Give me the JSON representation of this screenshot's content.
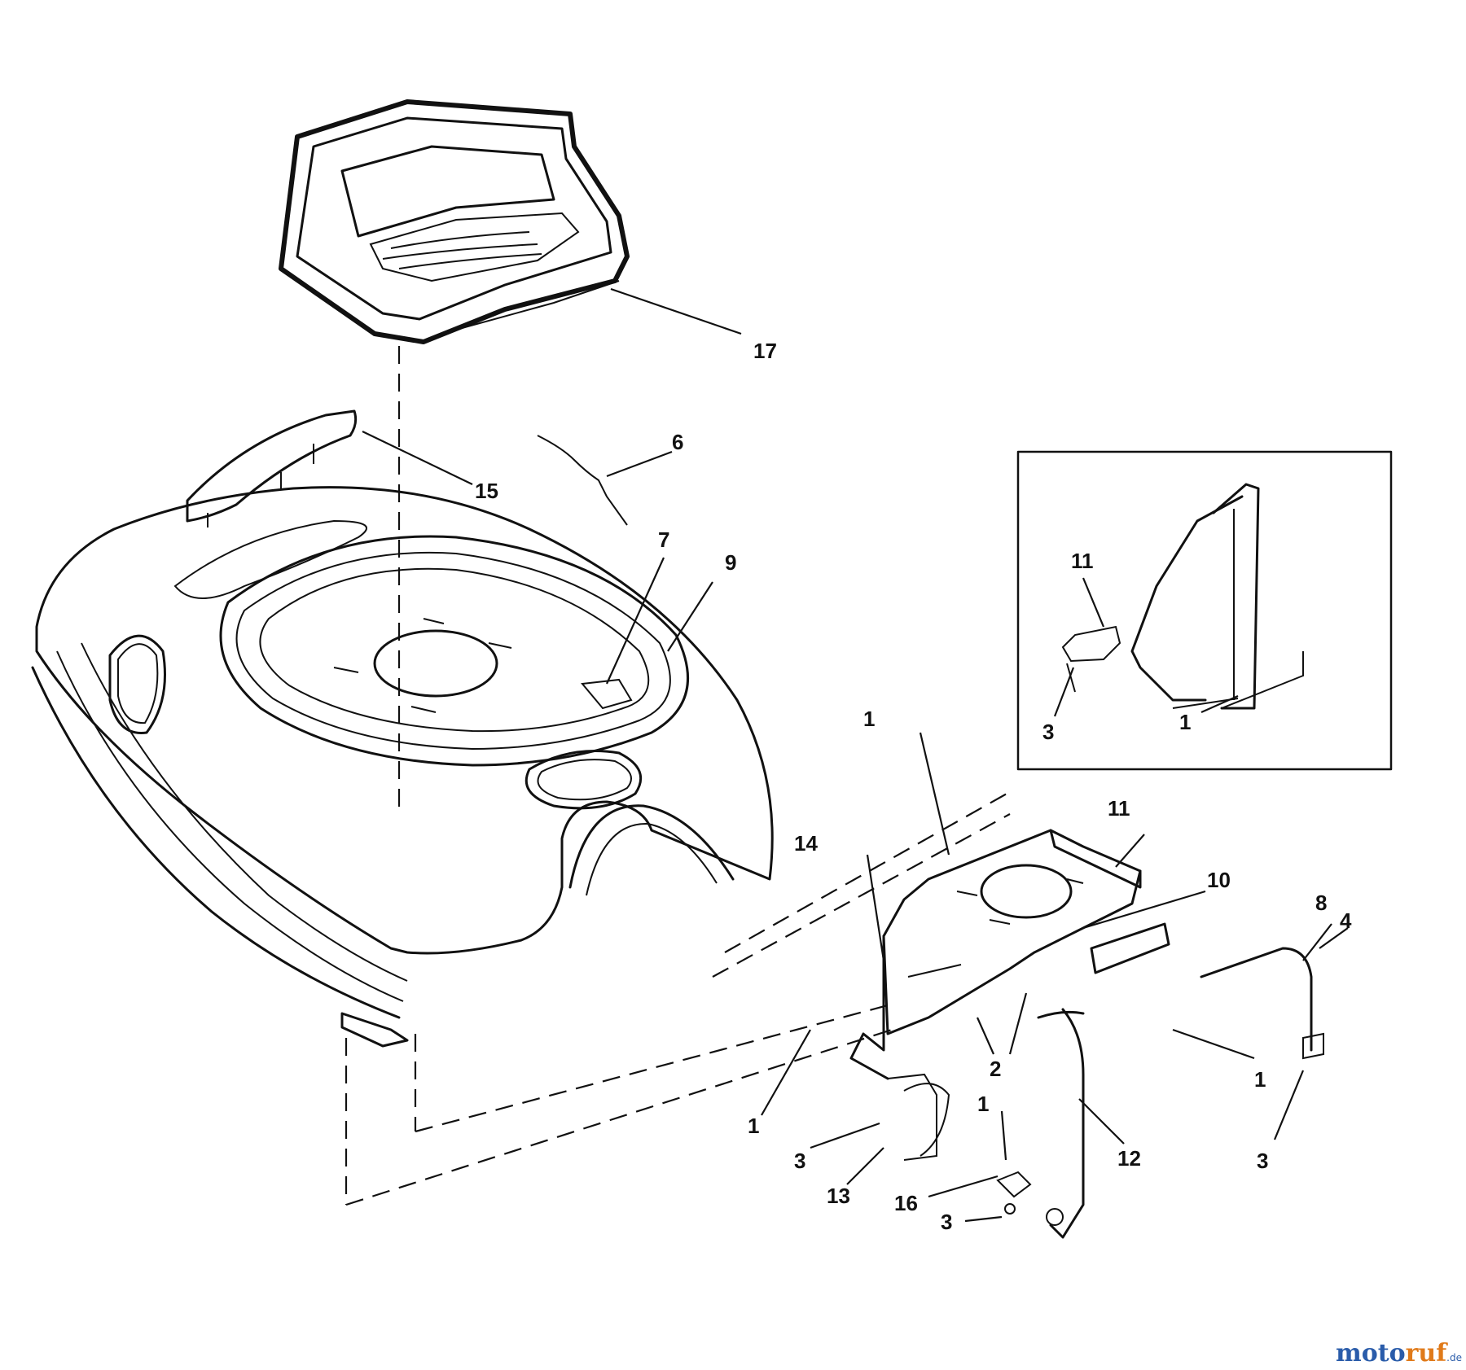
{
  "callouts": {
    "c17": "17",
    "c6": "6",
    "c15": "15",
    "c7": "7",
    "c9": "9",
    "c11_inset": "11",
    "c3_inset": "3",
    "c1_inset": "1",
    "c1_top": "1",
    "c11": "11",
    "c10": "10",
    "c14": "14",
    "c8": "8",
    "c4": "4",
    "c2": "2",
    "c1_right": "1",
    "c1_left": "1",
    "c3_left": "3",
    "c13": "13",
    "c1_bottom": "1",
    "c12": "12",
    "c3_right": "3",
    "c16": "16",
    "c3_bottom": "3"
  },
  "watermark": {
    "part1": "moto",
    "part2": "ruf",
    "tld": ".de"
  },
  "colors": {
    "line": "#111111",
    "watermark_blue": "#2a5caa",
    "watermark_orange": "#e07a1a"
  }
}
